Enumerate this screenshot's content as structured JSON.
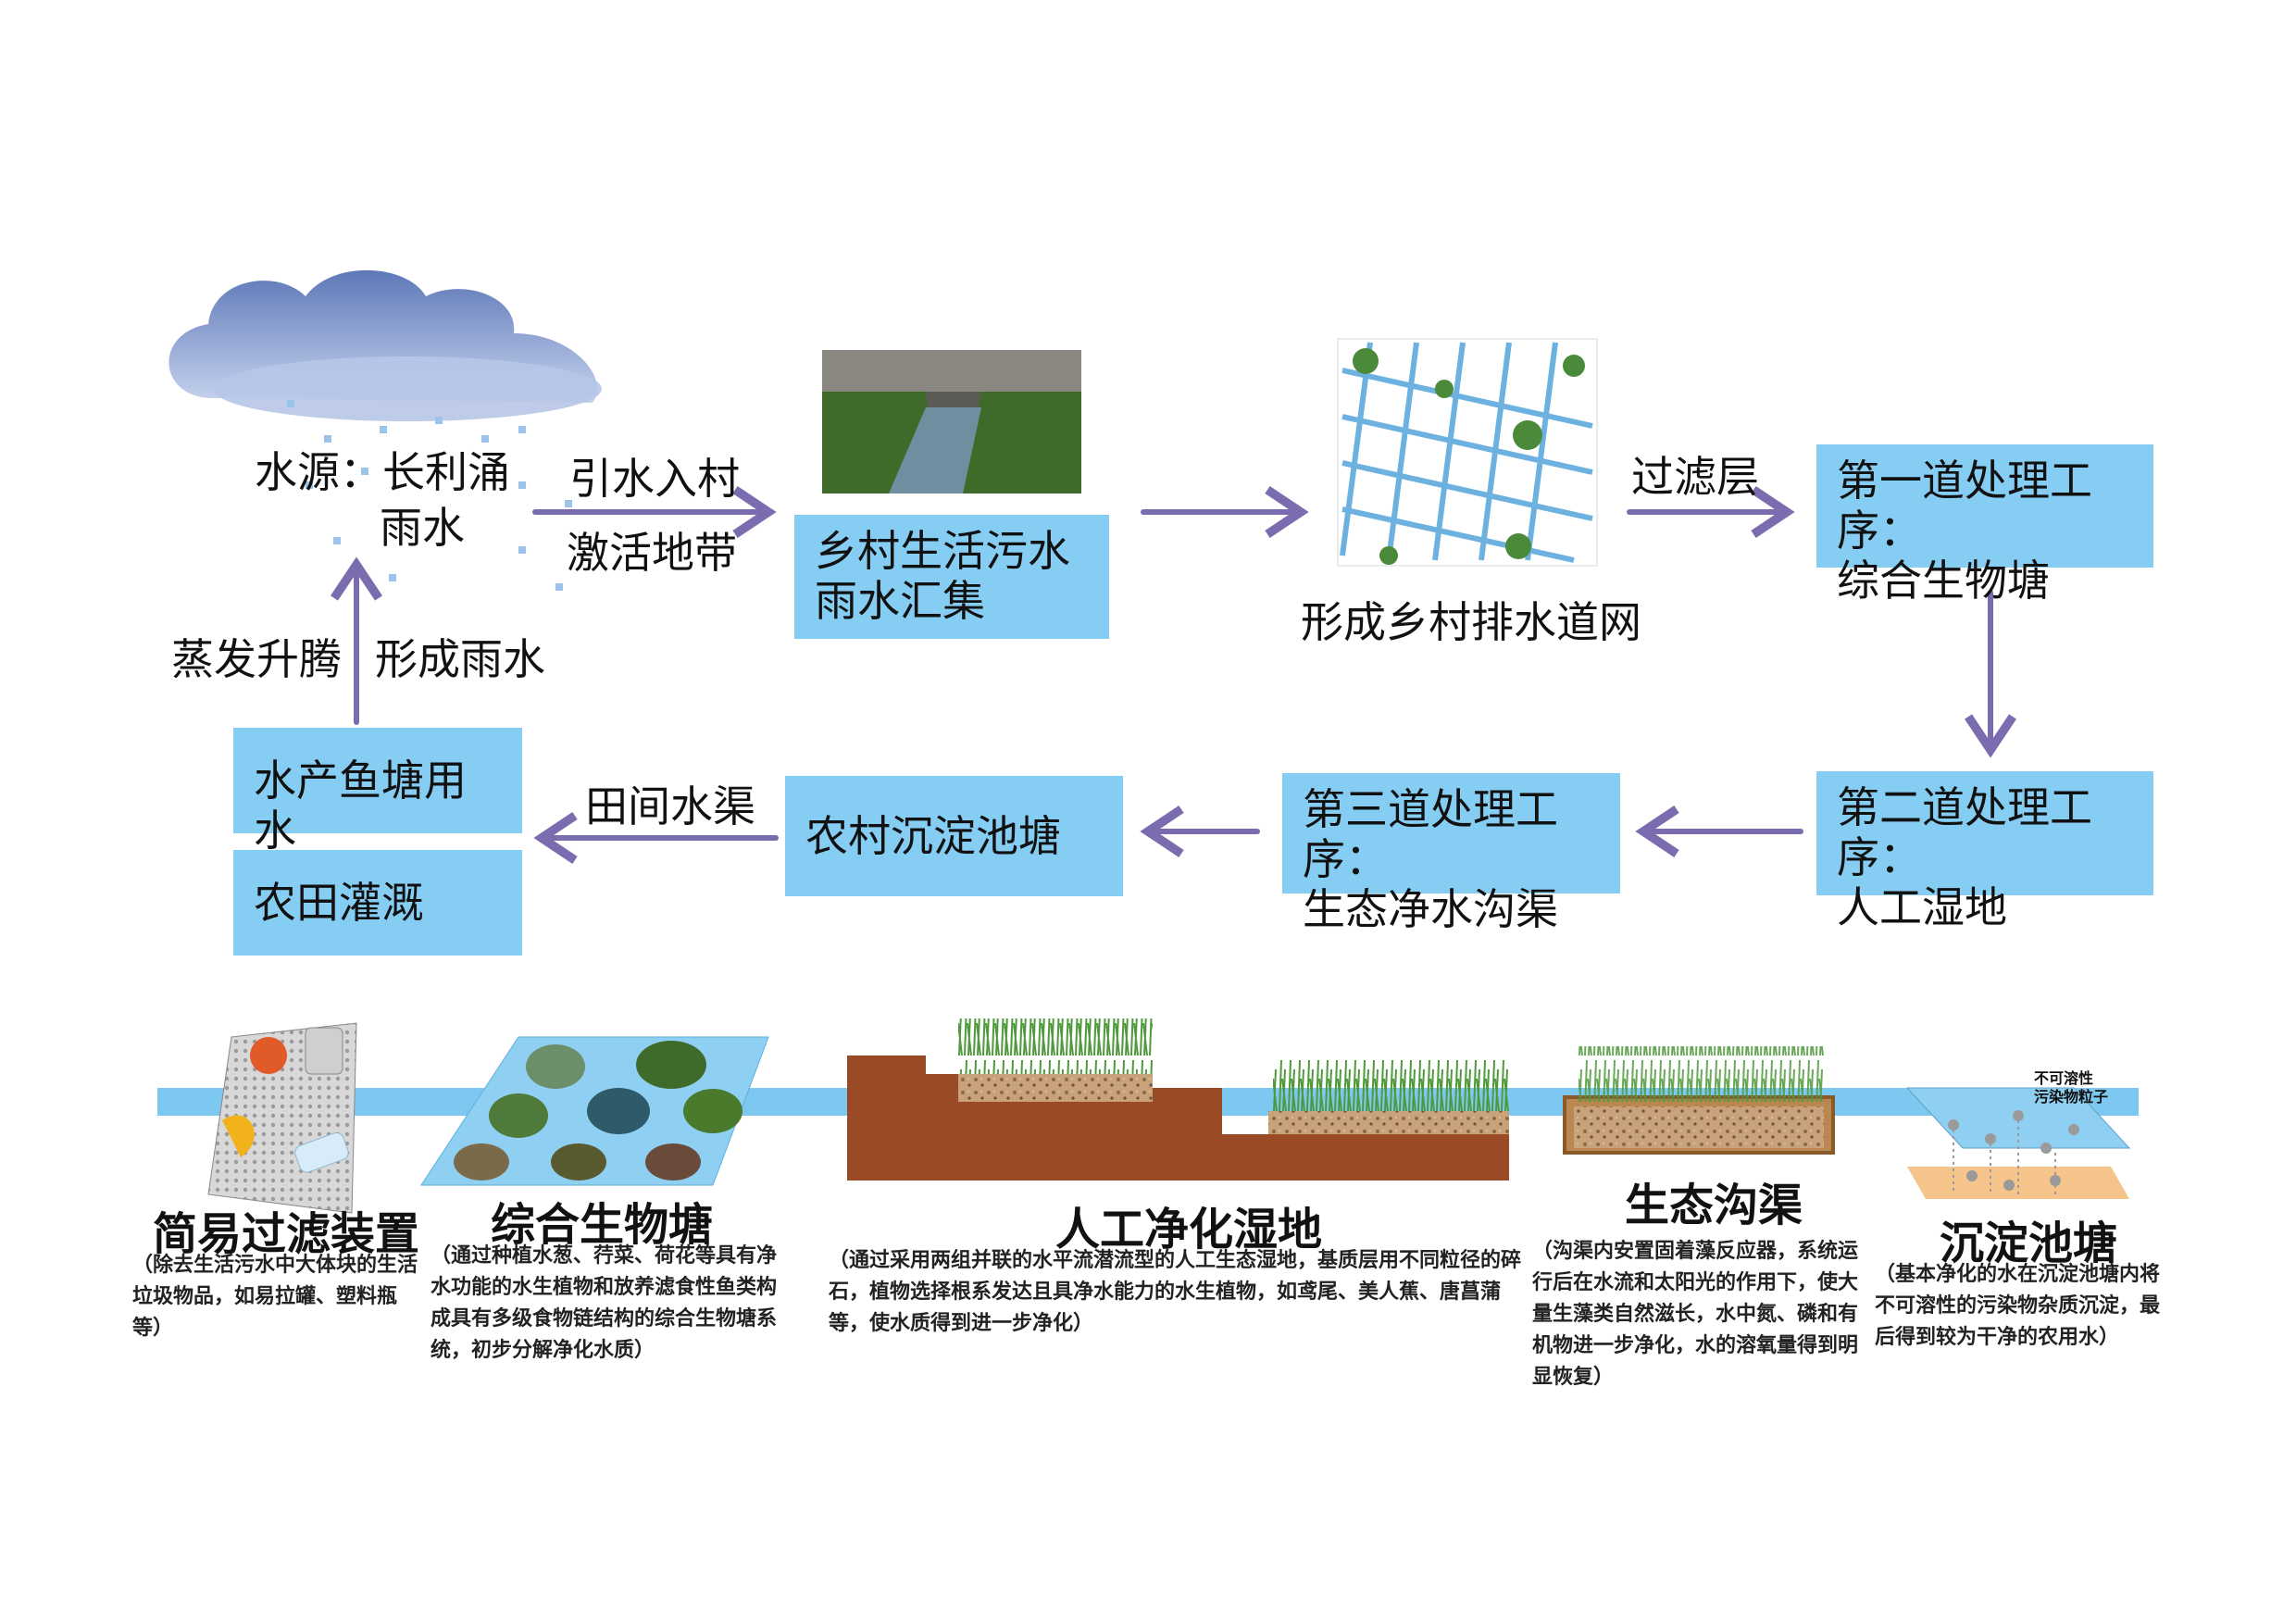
{
  "source": {
    "line1": "水源：长利涌",
    "line2": "雨水"
  },
  "cycle": {
    "evaporate": "蒸发升腾",
    "form_rain": "形成雨水"
  },
  "arrows": {
    "bring_in_1": "引水入村",
    "bring_in_2": "激活地带",
    "filter": "过滤层",
    "canal": "田间水渠"
  },
  "nodes": {
    "collect": {
      "l1": "乡村生活污水",
      "l2": "雨水汇集"
    },
    "network": "形成乡村排水道网",
    "step1": {
      "l1": "第一道处理工序：",
      "l2": "综合生物塘"
    },
    "step2": {
      "l1": "第二道处理工序：",
      "l2": "人工湿地"
    },
    "step3": {
      "l1": "第三道处理工序：",
      "l2": "生态净水沟渠"
    },
    "settle": "农村沉淀池塘",
    "fish": "水产鱼塘用水",
    "irrigation": "农田灌溉"
  },
  "stages": [
    {
      "title": "简易过滤装置",
      "desc": "（除去生活污水中大体块的生活垃圾物品，如易拉罐、塑料瓶等）"
    },
    {
      "title": "综合生物塘",
      "desc": "（通过种植水葱、荇菜、荷花等具有净水功能的水生植物和放养滤食性鱼类构成具有多级食物链结构的综合生物塘系统，初步分解净化水质）"
    },
    {
      "title": "人工净化湿地",
      "desc": "（通过采用两组并联的水平流潜流型的人工生态湿地，基质层用不同粒径的碎石，植物选择根系发达且具净水能力的水生植物，如鸢尾、美人蕉、唐菖蒲等，使水质得到进一步净化）"
    },
    {
      "title": "生态沟渠",
      "desc": "（沟渠内安置固着藻反应器，系统运行后在水流和太阳光的作用下，使大量生藻类自然滋长，水中氮、磷和有机物进一步净化，水的溶氧量得到明显恢复）"
    },
    {
      "title": "沉淀池塘",
      "desc": "（基本净化的水在沉淀池塘内将不可溶性的污染物杂质沉淀，最后得到较为干净的农用水）"
    }
  ],
  "particle_note": {
    "l1": "不可溶性",
    "l2": "污染物粒子"
  },
  "colors": {
    "box": "#86cdf3",
    "arrow": "#7b6cb0",
    "water": "#7cc8f0",
    "soil": "#a0522d"
  }
}
